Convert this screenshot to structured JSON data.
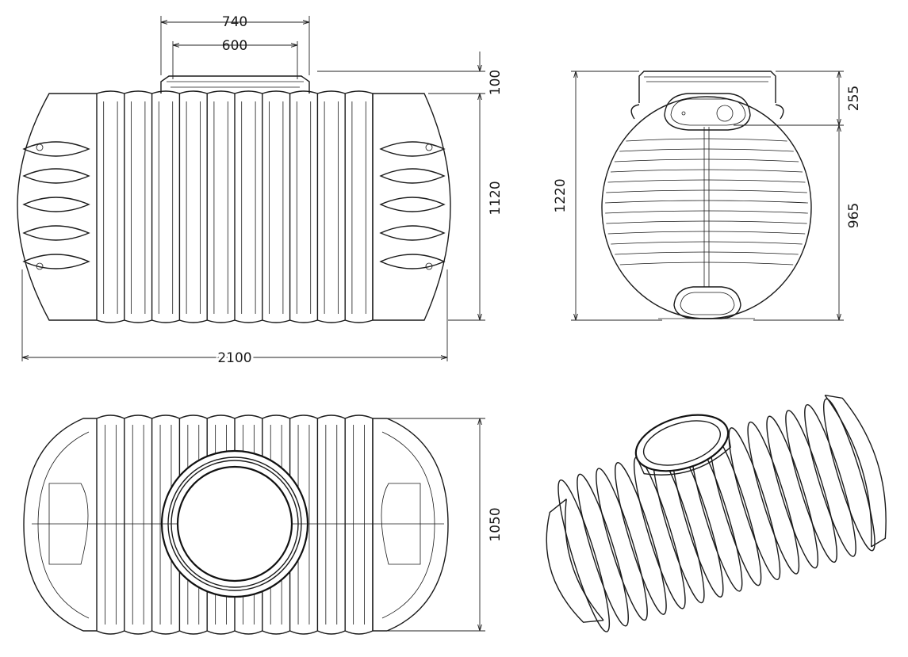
{
  "dimensions": {
    "top_width_outer": "740",
    "top_width_inner": "600",
    "neck_height_front": "100",
    "body_height_front": "1120",
    "total_length": "2100",
    "total_height_side": "1220",
    "neck_height_side": "255",
    "body_height_side": "965",
    "width_top_view": "1050"
  },
  "colors": {
    "line": "#1a1a1a",
    "background": "#ffffff"
  }
}
